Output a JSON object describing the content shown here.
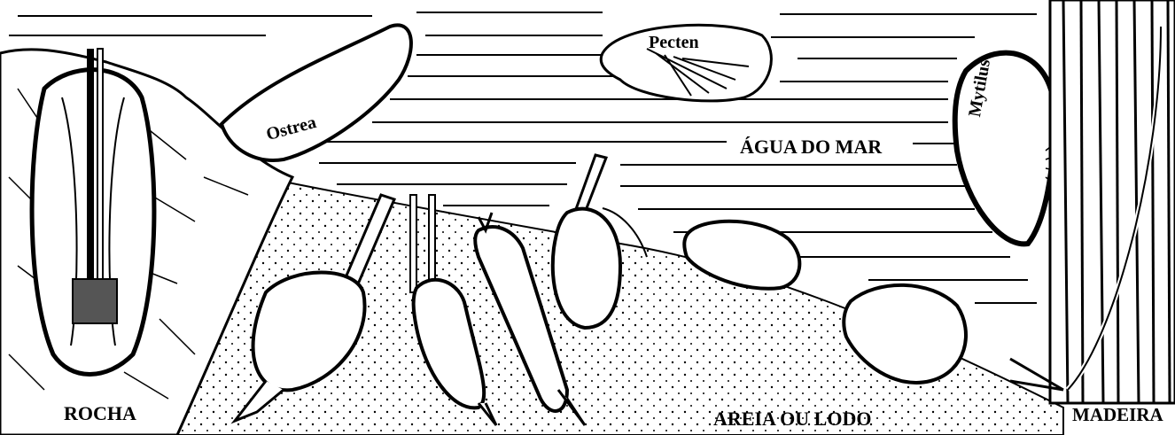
{
  "labels": {
    "pecten": "Pecten",
    "ostrea": "Ostrea",
    "agua": "ÁGUA DO MAR",
    "mytilus": "Mytilus",
    "rocha": "ROCHA",
    "areia": "AREIA OU LODO",
    "madeira": "MADEIRA"
  },
  "colors": {
    "ink": "#000000",
    "paper": "#ffffff"
  }
}
